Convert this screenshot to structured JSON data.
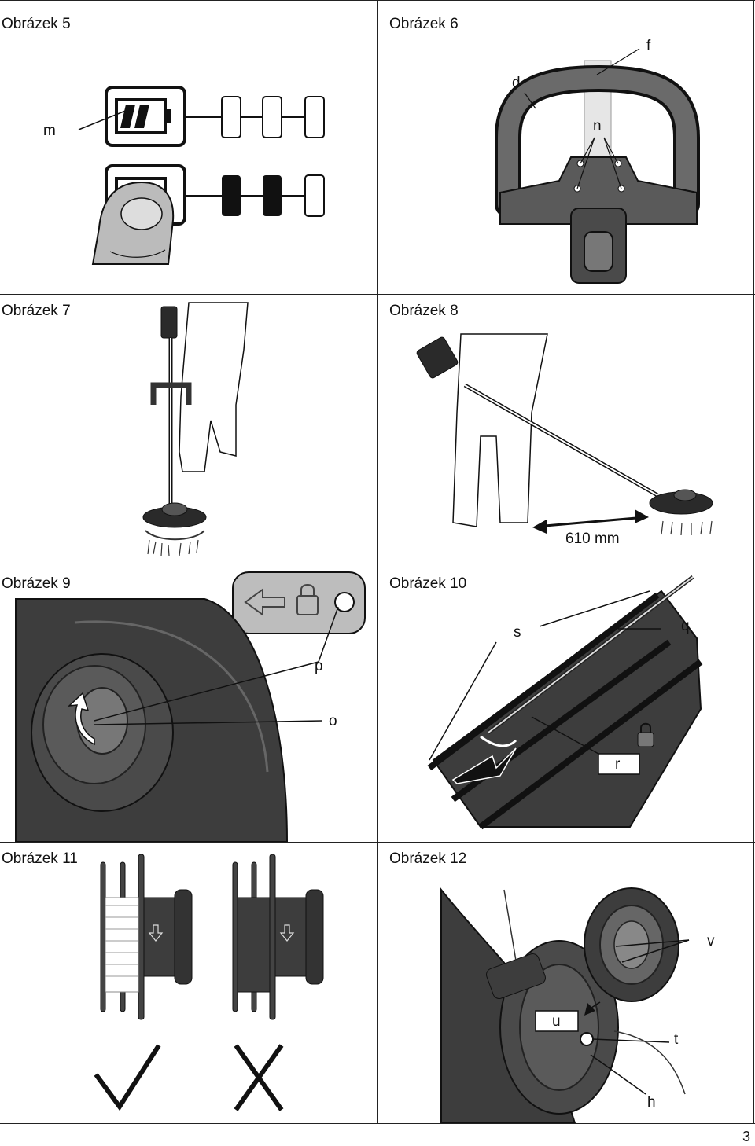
{
  "figures": [
    {
      "title": "Obrázek 5",
      "labels": {
        "m": "m"
      }
    },
    {
      "title": "Obrázek 6",
      "labels": {
        "d": "d",
        "f": "f",
        "n": "n"
      }
    },
    {
      "title": "Obrázek 7",
      "labels": {}
    },
    {
      "title": "Obrázek 8",
      "labels": {
        "distance": "610 mm"
      }
    },
    {
      "title": "Obrázek 9",
      "labels": {
        "o": "o",
        "p": "p"
      }
    },
    {
      "title": "Obrázek 10",
      "labels": {
        "s": "s",
        "q": "q",
        "r": "r"
      }
    },
    {
      "title": "Obrázek 11",
      "labels": {}
    },
    {
      "title": "Obrázek 12",
      "labels": {
        "v": "v",
        "u": "u",
        "t": "t",
        "h": "h"
      }
    }
  ],
  "page_number": "3",
  "icons": [
    "battery-icon",
    "finger-icon",
    "padlock-icon",
    "arrow-left-icon",
    "check-mark-icon",
    "cross-mark-icon",
    "rotation-arrow-icon"
  ]
}
